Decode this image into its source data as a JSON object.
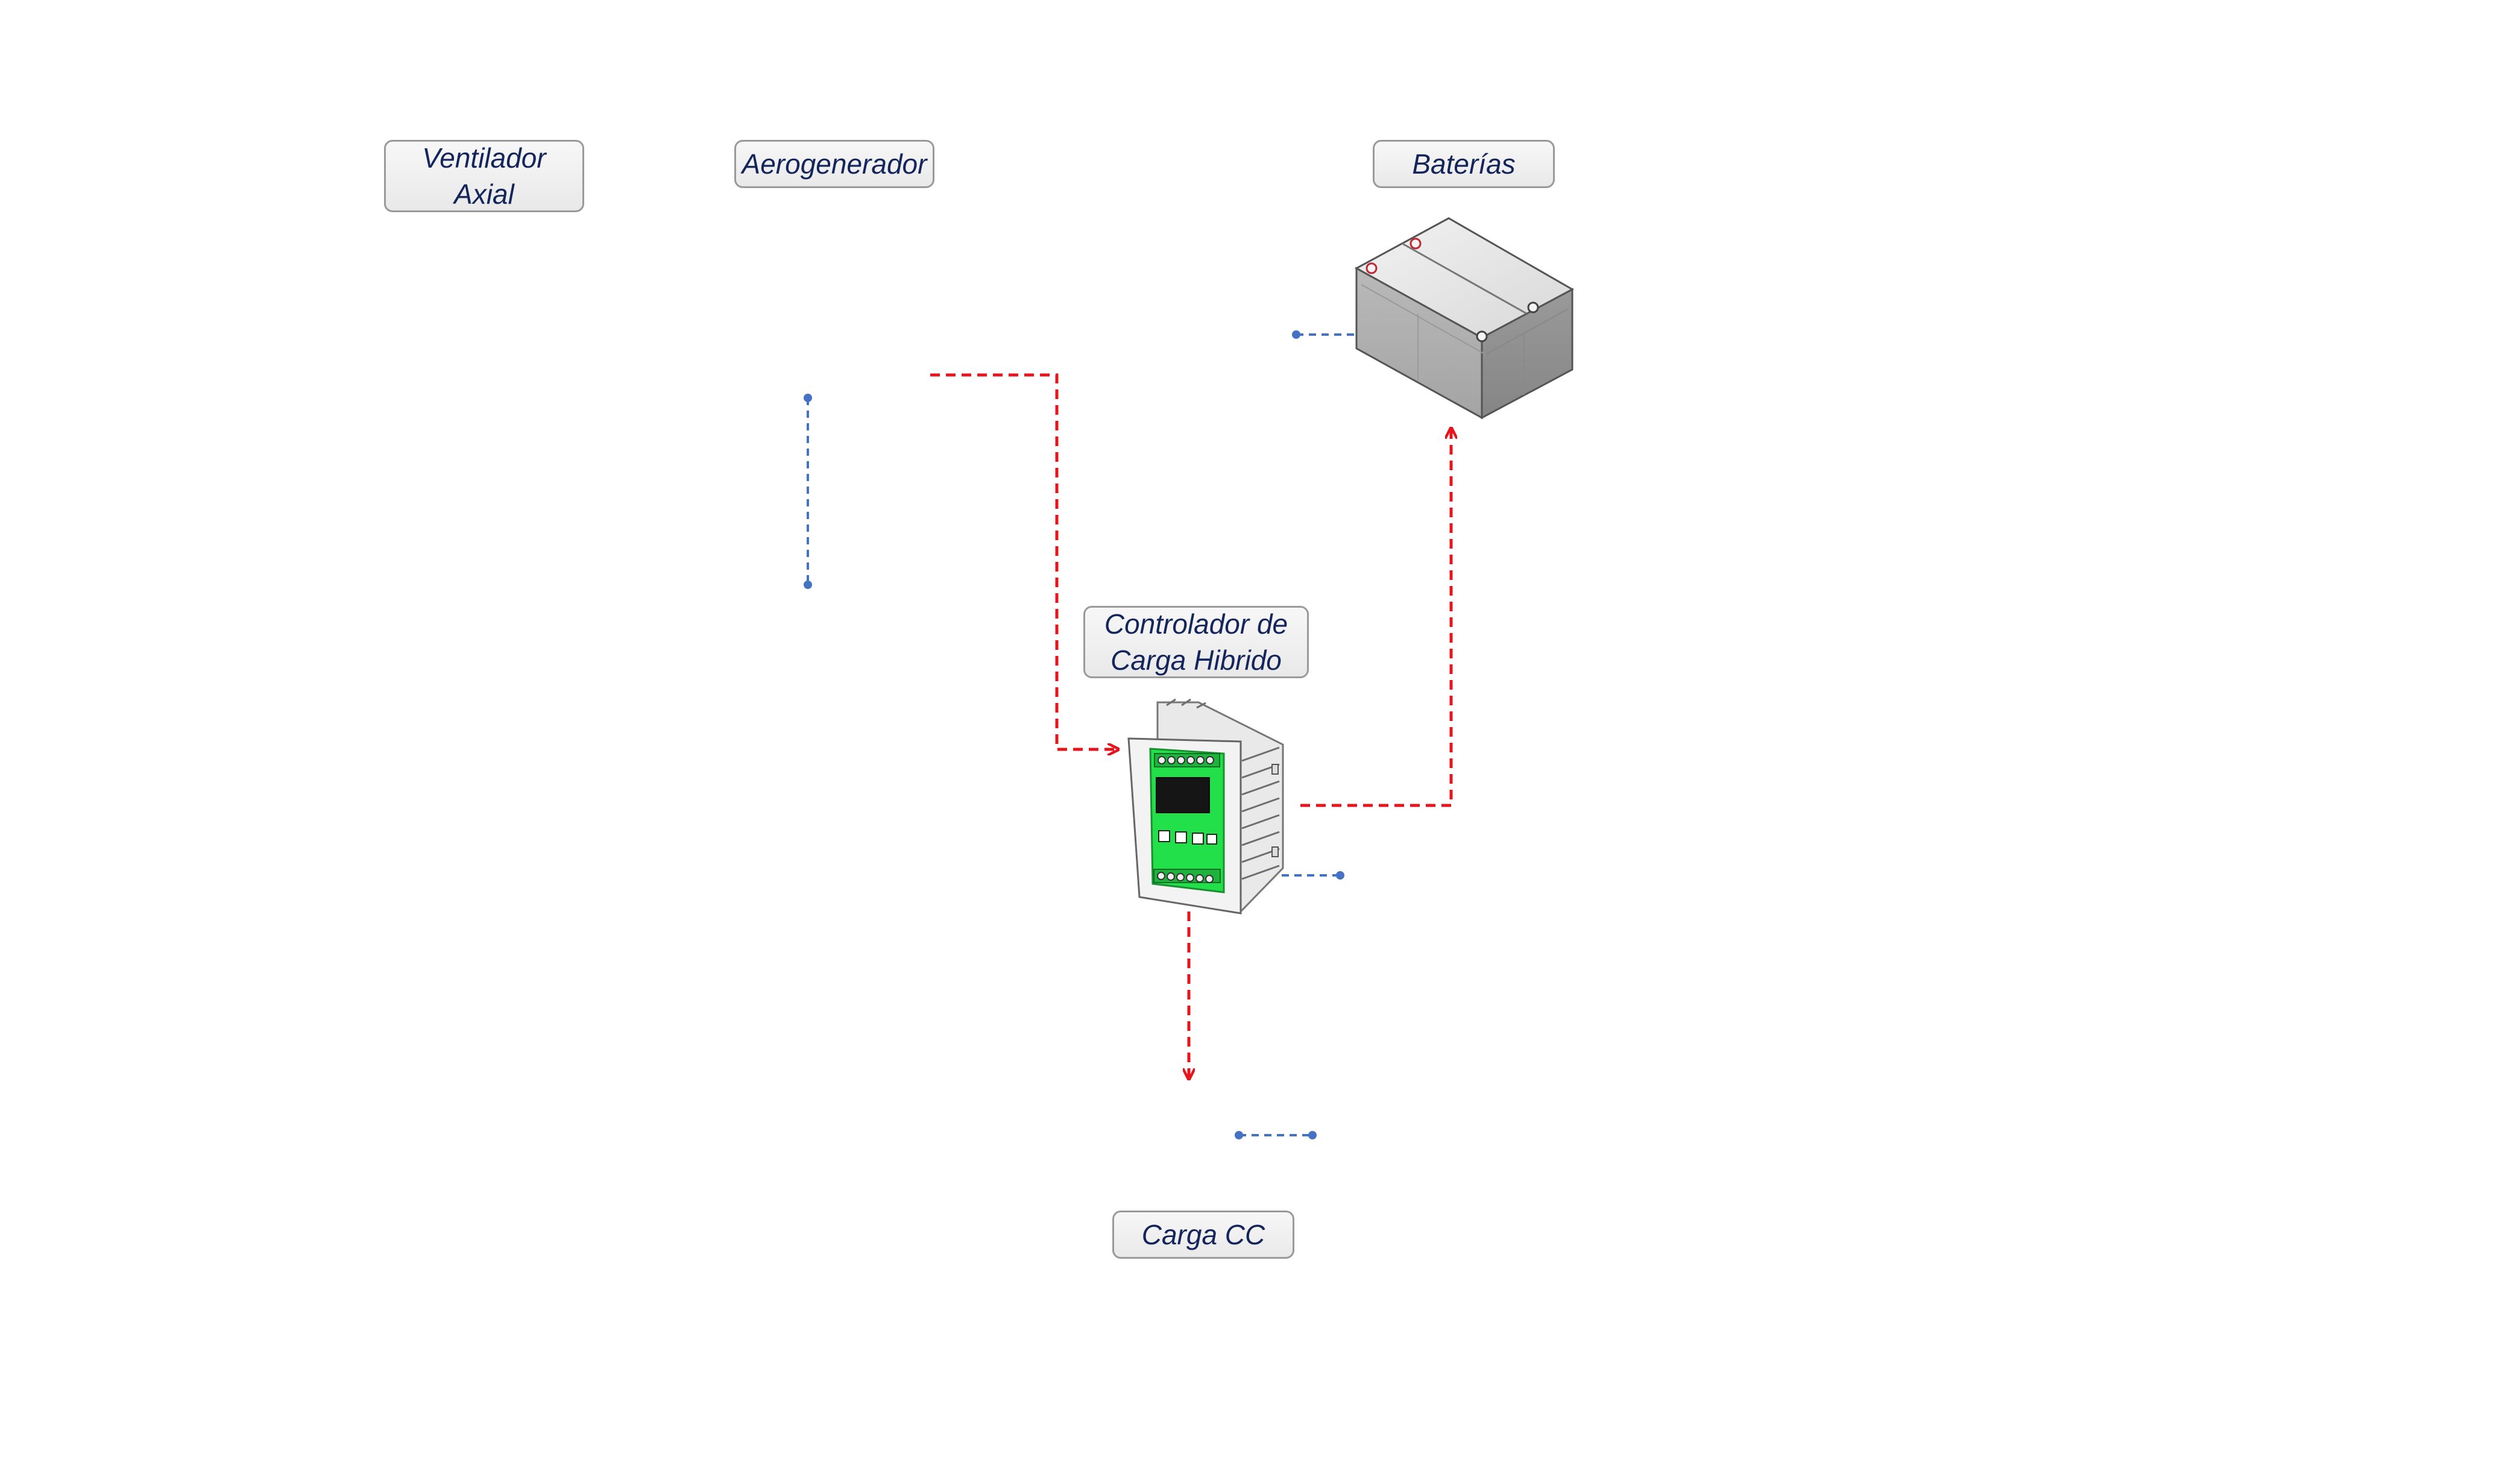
{
  "labels": {
    "fan": {
      "line1": "Ventilador",
      "line2": "Axial"
    },
    "wind_turbine": "Aerogenerador",
    "batteries": "Baterías",
    "controller": {
      "line1": "Controlador de",
      "line2": "Carga Hibrido"
    },
    "dc_load": "Carga CC"
  },
  "colors": {
    "power_flow": "#e8141c",
    "wiring": "#4472c4",
    "label_text": "#14255c",
    "controller_panel": "#22e04a"
  },
  "icons": {
    "battery": "battery-icon",
    "controller": "charge-controller-icon"
  }
}
